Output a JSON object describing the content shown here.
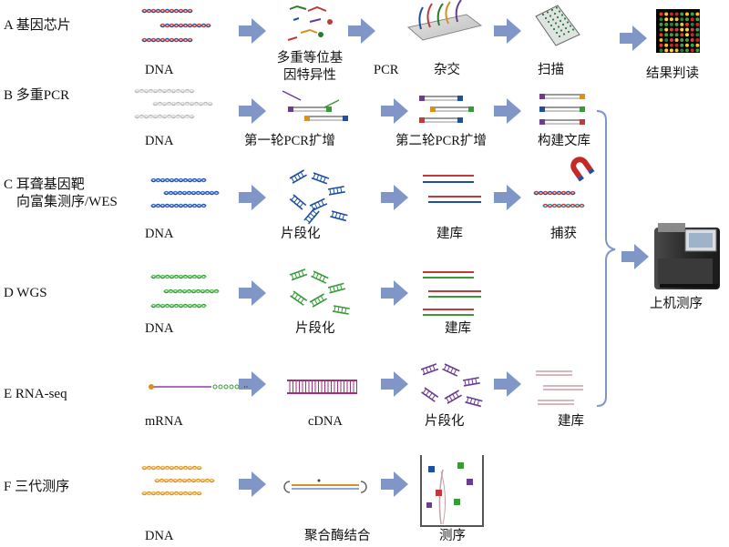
{
  "rows": [
    {
      "label": "A 基因芯片",
      "steps": [
        "DNA",
        "多重等位基因特异性",
        "PCR",
        "杂交",
        "扫描",
        "结果判读"
      ],
      "steps_multiline": {
        "1": [
          "多重等位基",
          "因特异性"
        ]
      }
    },
    {
      "label": "B 多重PCR",
      "steps": [
        "DNA",
        "第一轮PCR扩增",
        "第二轮PCR扩增",
        "构建文库"
      ]
    },
    {
      "label_lines": [
        "C 耳聋基因靶",
        "向富集测序/WES"
      ],
      "steps": [
        "DNA",
        "片段化",
        "建库",
        "捕获"
      ]
    },
    {
      "label": "D WGS",
      "steps": [
        "DNA",
        "片段化",
        "建库"
      ]
    },
    {
      "label": "E RNA-seq",
      "steps": [
        "mRNA",
        "cDNA",
        "片段化",
        "建库"
      ]
    },
    {
      "label": "F 三代测序",
      "steps": [
        "DNA",
        "聚合酶结合",
        "测序"
      ]
    }
  ],
  "sequencer": {
    "label": "上机测序"
  },
  "colors": {
    "arrow": "#7f96c7",
    "dna_blue": "#1f4fa0",
    "dna_red": "#c03a3a",
    "dna_purple": "#6a3d8f",
    "dna_gray": "#b9b9b9",
    "dna_green": "#3a9a3a",
    "dna_orange": "#d8911f",
    "rna_purple": "#b06ac0",
    "cdna_magenta": "#a0307a",
    "brace": "#7f96c7"
  },
  "icons": [
    "dna-helix-icon",
    "pcr-primer-icon",
    "hybridization-slide-icon",
    "microarray-chip-icon",
    "heatmap-result-icon",
    "magnet-icon",
    "sequencer-machine-icon",
    "nanopore-well-icon"
  ]
}
